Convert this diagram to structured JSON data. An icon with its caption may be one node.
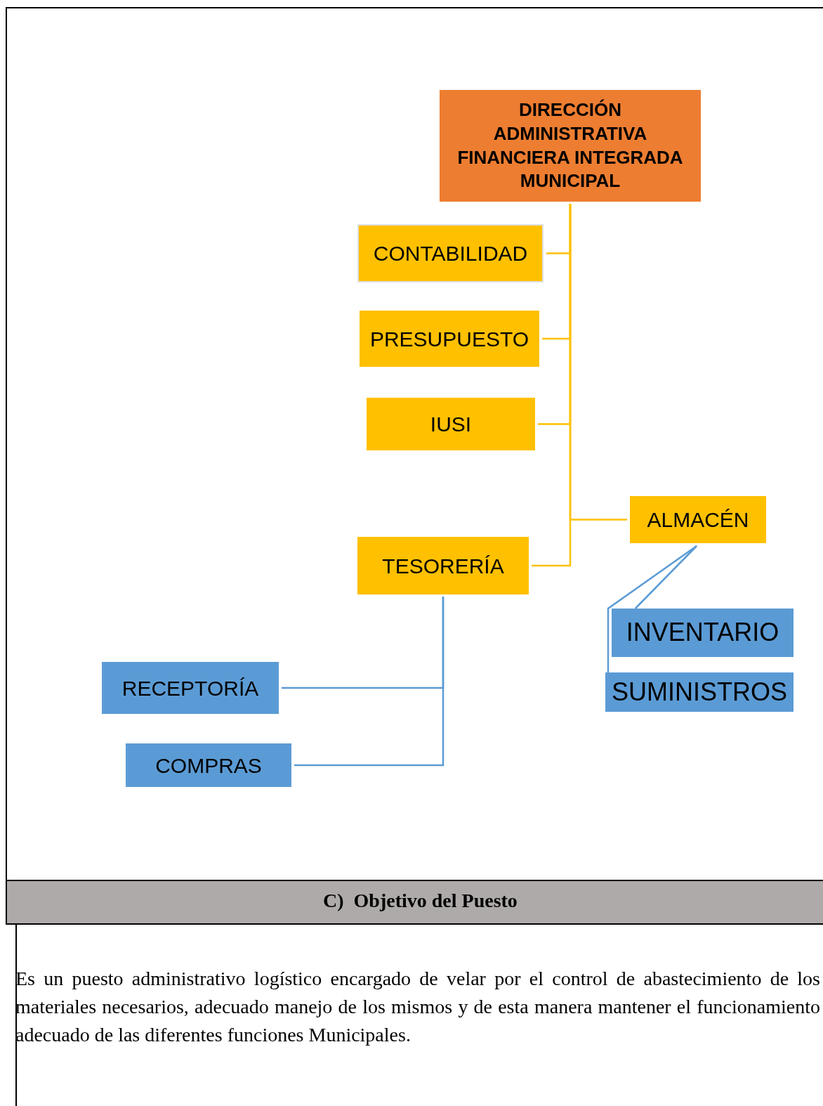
{
  "diagram": {
    "nodes": [
      {
        "text": [
          "DIRECCIÓN ADMINISTRATIVA FINANCIERA INTEGRADA MUNICIPAL"
        ]
      },
      {
        "text": [
          "CONTABILIDAD"
        ]
      },
      {
        "text": [
          "PRESUPUESTO"
        ]
      },
      {
        "text": [
          "IUSI"
        ]
      },
      {
        "text": [
          "ALMACÉN"
        ]
      },
      {
        "text": [
          "TESORERÍA"
        ]
      },
      {
        "text": [
          "INVENTARIO"
        ]
      },
      {
        "text": [
          "SUMINISTROS"
        ]
      },
      {
        "text": [
          "RECEPTORÍA"
        ]
      },
      {
        "text": [
          "COMPRAS"
        ]
      }
    ],
    "edges": [
      {
        "from": 0,
        "to": 1,
        "arrow": "none"
      },
      {
        "from": 0,
        "to": 2,
        "arrow": "none"
      },
      {
        "from": 0,
        "to": 3,
        "arrow": "none"
      },
      {
        "from": 0,
        "to": 4,
        "arrow": "none"
      },
      {
        "from": 0,
        "to": 5,
        "arrow": "none"
      },
      {
        "from": 4,
        "to": 6,
        "arrow": "none",
        "color": "#5b9bd5"
      },
      {
        "from": 4,
        "to": 7,
        "arrow": "none",
        "color": "#5b9bd5"
      },
      {
        "from": 5,
        "to": 8,
        "arrow": "none",
        "color": "#5b9bd5"
      },
      {
        "from": 5,
        "to": 9,
        "arrow": "none",
        "color": "#5b9bd5"
      }
    ],
    "labels": [
      "C)  Objetivo del Puesto",
      "Es un puesto administrativo logístico encargado de velar por el control de abastecimiento de los materiales necesarios, adecuado manejo de los mismos y de esta manera mantener el funcionamiento adecuado de las diferentes funciones Municipales."
    ]
  }
}
